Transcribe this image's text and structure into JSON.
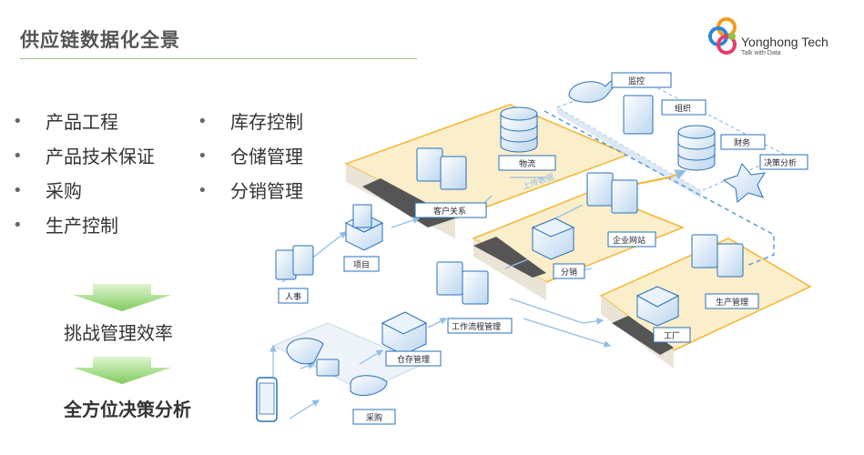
{
  "title": "供应链数据化全景",
  "logo": {
    "name": "Yonghong Tech",
    "tagline": "Talk with Data"
  },
  "bullets_left": [
    "产品工程",
    "产品技术保证",
    "采购",
    "生产控制"
  ],
  "bullets_right": [
    "库存控制",
    "仓储管理",
    "分销管理"
  ],
  "steps": [
    "挑战管理效率",
    "全方位决策分析"
  ],
  "diagram": {
    "labels": {
      "monitor": "监控",
      "org": "组织",
      "finance": "财务",
      "decision": "决策分析",
      "logistics": "物流",
      "crm": "客户关系",
      "project": "项目",
      "hr": "人事",
      "portal": "企业网站",
      "distribution": "分销",
      "workflow": "工作流程管理",
      "warehouse": "仓存管理",
      "factory": "工厂",
      "production": "生产管理",
      "purchase": "采购",
      "upload": "上传数据"
    }
  },
  "colors": {
    "accent_blue": "#2a6fb8",
    "panel_orange": "#f2b530",
    "arrow_green": "#8fd470"
  }
}
